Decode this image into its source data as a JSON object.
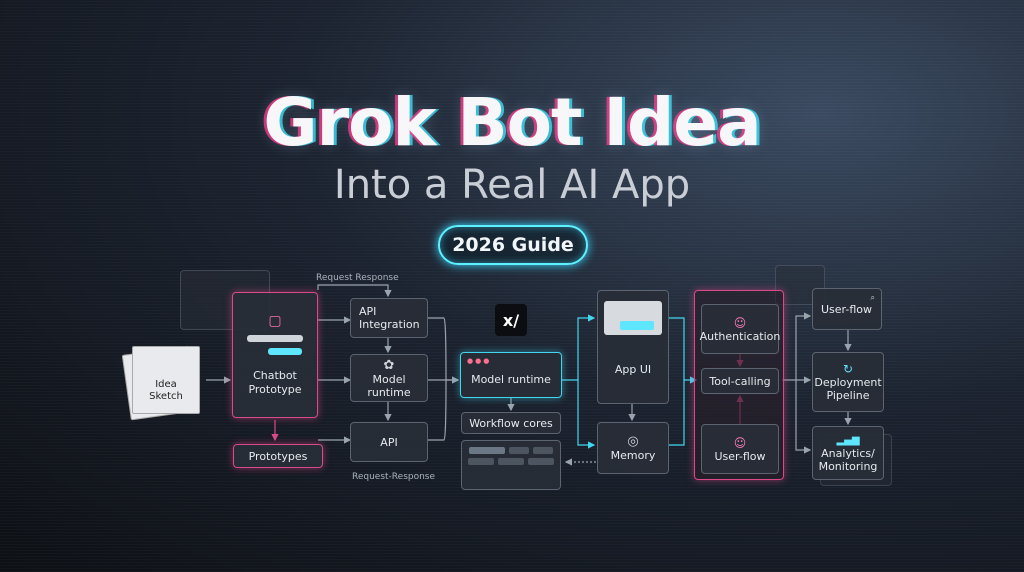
{
  "title": "Grok Bot Idea",
  "subtitle": "Into a Real AI App",
  "badge": "2026 Guide",
  "labels": {
    "request_response_top": "Request Response",
    "request_response_bottom": "Request-Response"
  },
  "nodes": {
    "idea_sketch": "Idea\nSketch",
    "chatbot_prototype": "Chatbot\nPrototype",
    "prototypes": "Prototypes",
    "api_integration": "API\nIntegration",
    "model_runtime_left": "Model runtime",
    "api": "API",
    "model_runtime_center": "Model runtime",
    "workflow_cores": "Workflow cores",
    "app_ui": "App UI",
    "memory": "Memory",
    "authentication": "Authentication",
    "tool_calling": "Tool-calling",
    "user_flow_left": "User-flow",
    "user_flow_right": "User-flow",
    "deployment_pipeline": "Deployment\nPipeline",
    "analytics_monitoring": "Analytics/\nMonitoring"
  },
  "colors": {
    "pink": "#d94a8a",
    "cyan": "#43d6f0",
    "panel": "#282e37"
  },
  "icons": [
    "chat-bubble-icon",
    "openai-icon",
    "xai-logo-icon",
    "database-icon",
    "user-check-icon",
    "users-icon",
    "search-icon",
    "refresh-icon",
    "bar-chart-icon"
  ]
}
